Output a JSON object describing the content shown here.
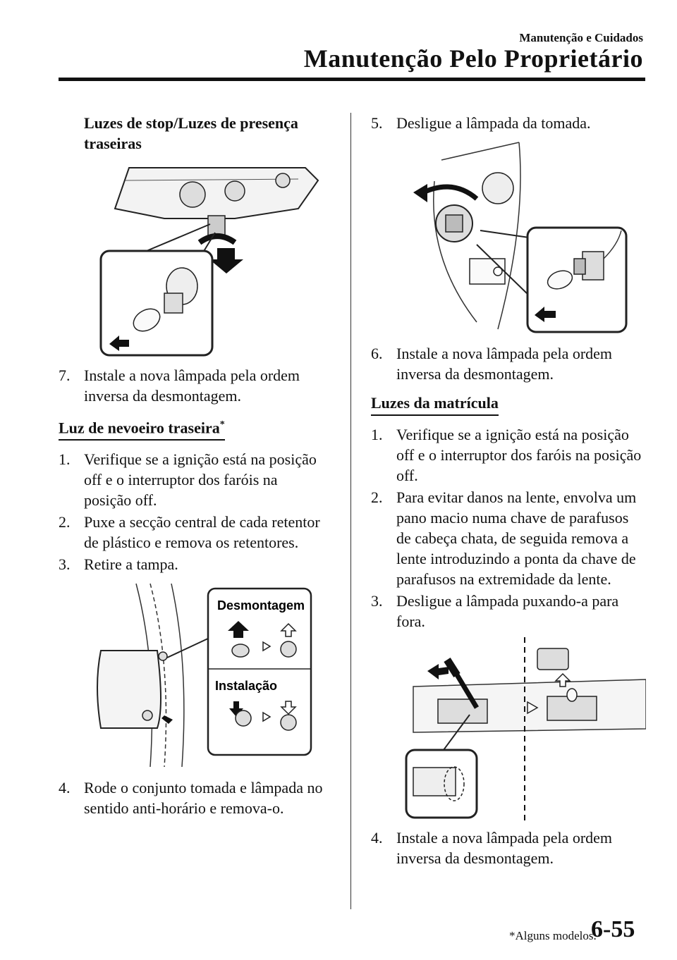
{
  "header": {
    "chapter": "Manutenção e Cuidados",
    "title": "Manutenção Pelo Proprietário"
  },
  "left": {
    "subhead_line1": "Luzes de stop/Luzes de presença",
    "subhead_line2": "traseiras",
    "step7": {
      "num": "7.",
      "text": "Instale a nova lâmpada pela ordem inversa da desmontagem."
    },
    "fog_section": {
      "title": "Luz de nevoeiro traseira",
      "marker": "*"
    },
    "fog_steps": [
      {
        "num": "1.",
        "text": "Verifique se a ignição está na posição off e o interruptor dos faróis na posição off."
      },
      {
        "num": "2.",
        "text": "Puxe a secção central de cada retentor de plástico e remova os retentores."
      },
      {
        "num": "3.",
        "text": "Retire a tampa."
      }
    ],
    "fig3": {
      "label_top": "Desmontagem",
      "label_bottom": "Instalação"
    },
    "step4": {
      "num": "4.",
      "text": "Rode o conjunto tomada e lâmpada no sentido anti-horário e remova-o."
    }
  },
  "right": {
    "step5": {
      "num": "5.",
      "text": "Desligue a lâmpada da tomada."
    },
    "step6": {
      "num": "6.",
      "text": "Instale a nova lâmpada pela ordem inversa da desmontagem."
    },
    "plate_section": {
      "title": "Luzes da matrícula"
    },
    "plate_steps": [
      {
        "num": "1.",
        "text": "Verifique se a ignição está na posição off e o interruptor dos faróis na posição off."
      },
      {
        "num": "2.",
        "text": "Para evitar danos na lente, envolva um pano macio numa chave de parafusos de cabeça chata, de seguida remova a lente introduzindo a ponta da chave de parafusos na extremidade da lente."
      },
      {
        "num": "3.",
        "text": "Desligue a lâmpada puxando-a para fora."
      }
    ],
    "step4b": {
      "num": "4.",
      "text": "Instale a nova lâmpada pela ordem inversa da desmontagem."
    }
  },
  "footer": {
    "note": "*Alguns modelos.",
    "page": "6-55"
  }
}
